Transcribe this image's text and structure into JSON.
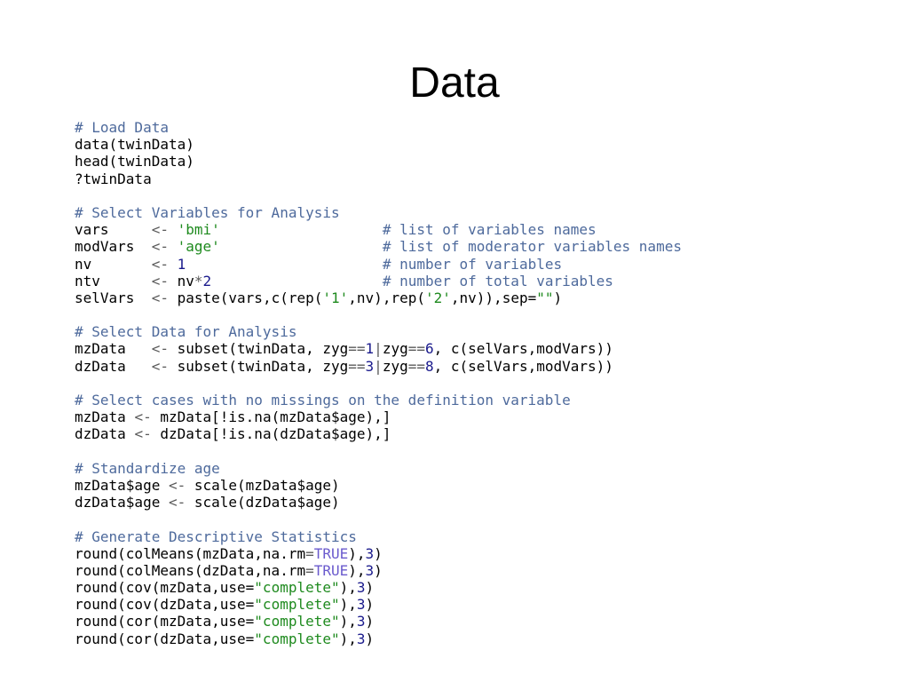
{
  "title": "Data",
  "code_lines": [
    [
      {
        "t": "# Load Data",
        "k": "comment"
      }
    ],
    [
      {
        "t": "data(twinData)",
        "k": "code"
      }
    ],
    [
      {
        "t": "head(twinData)",
        "k": "code"
      }
    ],
    [
      {
        "t": "?twinData",
        "k": "code"
      }
    ],
    [],
    [
      {
        "t": "# Select Variables for Analysis",
        "k": "comment"
      }
    ],
    [
      {
        "t": "vars     ",
        "k": "code"
      },
      {
        "t": "<- ",
        "k": "op"
      },
      {
        "t": "'bmi'",
        "k": "string"
      },
      {
        "t": "                   ",
        "k": "code"
      },
      {
        "t": "# list of variables names",
        "k": "comment"
      }
    ],
    [
      {
        "t": "modVars  ",
        "k": "code"
      },
      {
        "t": "<- ",
        "k": "op"
      },
      {
        "t": "'age'",
        "k": "string"
      },
      {
        "t": "                   ",
        "k": "code"
      },
      {
        "t": "# list of moderator variables names",
        "k": "comment"
      }
    ],
    [
      {
        "t": "nv       ",
        "k": "code"
      },
      {
        "t": "<- ",
        "k": "op"
      },
      {
        "t": "1",
        "k": "number"
      },
      {
        "t": "                       ",
        "k": "code"
      },
      {
        "t": "# number of variables",
        "k": "comment"
      }
    ],
    [
      {
        "t": "ntv      ",
        "k": "code"
      },
      {
        "t": "<- ",
        "k": "op"
      },
      {
        "t": "nv",
        "k": "code"
      },
      {
        "t": "*",
        "k": "op"
      },
      {
        "t": "2",
        "k": "number"
      },
      {
        "t": "                    ",
        "k": "code"
      },
      {
        "t": "# number of total variables",
        "k": "comment"
      }
    ],
    [
      {
        "t": "selVars  ",
        "k": "code"
      },
      {
        "t": "<- ",
        "k": "op"
      },
      {
        "t": "paste(vars,c(rep(",
        "k": "code"
      },
      {
        "t": "'1'",
        "k": "string"
      },
      {
        "t": ",nv),rep(",
        "k": "code"
      },
      {
        "t": "'2'",
        "k": "string"
      },
      {
        "t": ",nv)),sep=",
        "k": "code"
      },
      {
        "t": "\"\"",
        "k": "string"
      },
      {
        "t": ")",
        "k": "code"
      }
    ],
    [],
    [
      {
        "t": "# Select Data for Analysis",
        "k": "comment"
      }
    ],
    [
      {
        "t": "mzData   ",
        "k": "code"
      },
      {
        "t": "<- ",
        "k": "op"
      },
      {
        "t": "subset(twinData, zyg",
        "k": "code"
      },
      {
        "t": "==",
        "k": "op"
      },
      {
        "t": "1",
        "k": "number"
      },
      {
        "t": "|",
        "k": "op"
      },
      {
        "t": "zyg",
        "k": "code"
      },
      {
        "t": "==",
        "k": "op"
      },
      {
        "t": "6",
        "k": "number"
      },
      {
        "t": ", c(selVars,modVars))",
        "k": "code"
      }
    ],
    [
      {
        "t": "dzData   ",
        "k": "code"
      },
      {
        "t": "<- ",
        "k": "op"
      },
      {
        "t": "subset(twinData, zyg",
        "k": "code"
      },
      {
        "t": "==",
        "k": "op"
      },
      {
        "t": "3",
        "k": "number"
      },
      {
        "t": "|",
        "k": "op"
      },
      {
        "t": "zyg",
        "k": "code"
      },
      {
        "t": "==",
        "k": "op"
      },
      {
        "t": "8",
        "k": "number"
      },
      {
        "t": ", c(selVars,modVars))",
        "k": "code"
      }
    ],
    [],
    [
      {
        "t": "# Select cases with no missings on the definition variable",
        "k": "comment"
      }
    ],
    [
      {
        "t": "mzData ",
        "k": "code"
      },
      {
        "t": "<- ",
        "k": "op"
      },
      {
        "t": "mzData[!is.na(mzData$age),]",
        "k": "code"
      }
    ],
    [
      {
        "t": "dzData ",
        "k": "code"
      },
      {
        "t": "<- ",
        "k": "op"
      },
      {
        "t": "dzData[!is.na(dzData$age),]",
        "k": "code"
      }
    ],
    [],
    [
      {
        "t": "# Standardize age",
        "k": "comment"
      }
    ],
    [
      {
        "t": "mzData$age ",
        "k": "code"
      },
      {
        "t": "<- ",
        "k": "op"
      },
      {
        "t": "scale(mzData$age)",
        "k": "code"
      }
    ],
    [
      {
        "t": "dzData$age ",
        "k": "code"
      },
      {
        "t": "<- ",
        "k": "op"
      },
      {
        "t": "scale(dzData$age)",
        "k": "code"
      }
    ],
    [],
    [
      {
        "t": "# Generate Descriptive Statistics",
        "k": "comment"
      }
    ],
    [
      {
        "t": "round(colMeans(mzData,na.rm",
        "k": "code"
      },
      {
        "t": "=",
        "k": "op"
      },
      {
        "t": "TRUE",
        "k": "keyword"
      },
      {
        "t": "),",
        "k": "code"
      },
      {
        "t": "3",
        "k": "number"
      },
      {
        "t": ")",
        "k": "code"
      }
    ],
    [
      {
        "t": "round(colMeans(dzData,na.rm",
        "k": "code"
      },
      {
        "t": "=",
        "k": "op"
      },
      {
        "t": "TRUE",
        "k": "keyword"
      },
      {
        "t": "),",
        "k": "code"
      },
      {
        "t": "3",
        "k": "number"
      },
      {
        "t": ")",
        "k": "code"
      }
    ],
    [
      {
        "t": "round(cov(mzData,use=",
        "k": "code"
      },
      {
        "t": "\"complete\"",
        "k": "string"
      },
      {
        "t": "),",
        "k": "code"
      },
      {
        "t": "3",
        "k": "number"
      },
      {
        "t": ")",
        "k": "code"
      }
    ],
    [
      {
        "t": "round(cov(dzData,use=",
        "k": "code"
      },
      {
        "t": "\"complete\"",
        "k": "string"
      },
      {
        "t": "),",
        "k": "code"
      },
      {
        "t": "3",
        "k": "number"
      },
      {
        "t": ")",
        "k": "code"
      }
    ],
    [
      {
        "t": "round(cor(mzData,use=",
        "k": "code"
      },
      {
        "t": "\"complete\"",
        "k": "string"
      },
      {
        "t": "),",
        "k": "code"
      },
      {
        "t": "3",
        "k": "number"
      },
      {
        "t": ")",
        "k": "code"
      }
    ],
    [
      {
        "t": "round(cor(dzData,use=",
        "k": "code"
      },
      {
        "t": "\"complete\"",
        "k": "string"
      },
      {
        "t": "),",
        "k": "code"
      },
      {
        "t": "3",
        "k": "number"
      },
      {
        "t": ")",
        "k": "code"
      }
    ]
  ]
}
